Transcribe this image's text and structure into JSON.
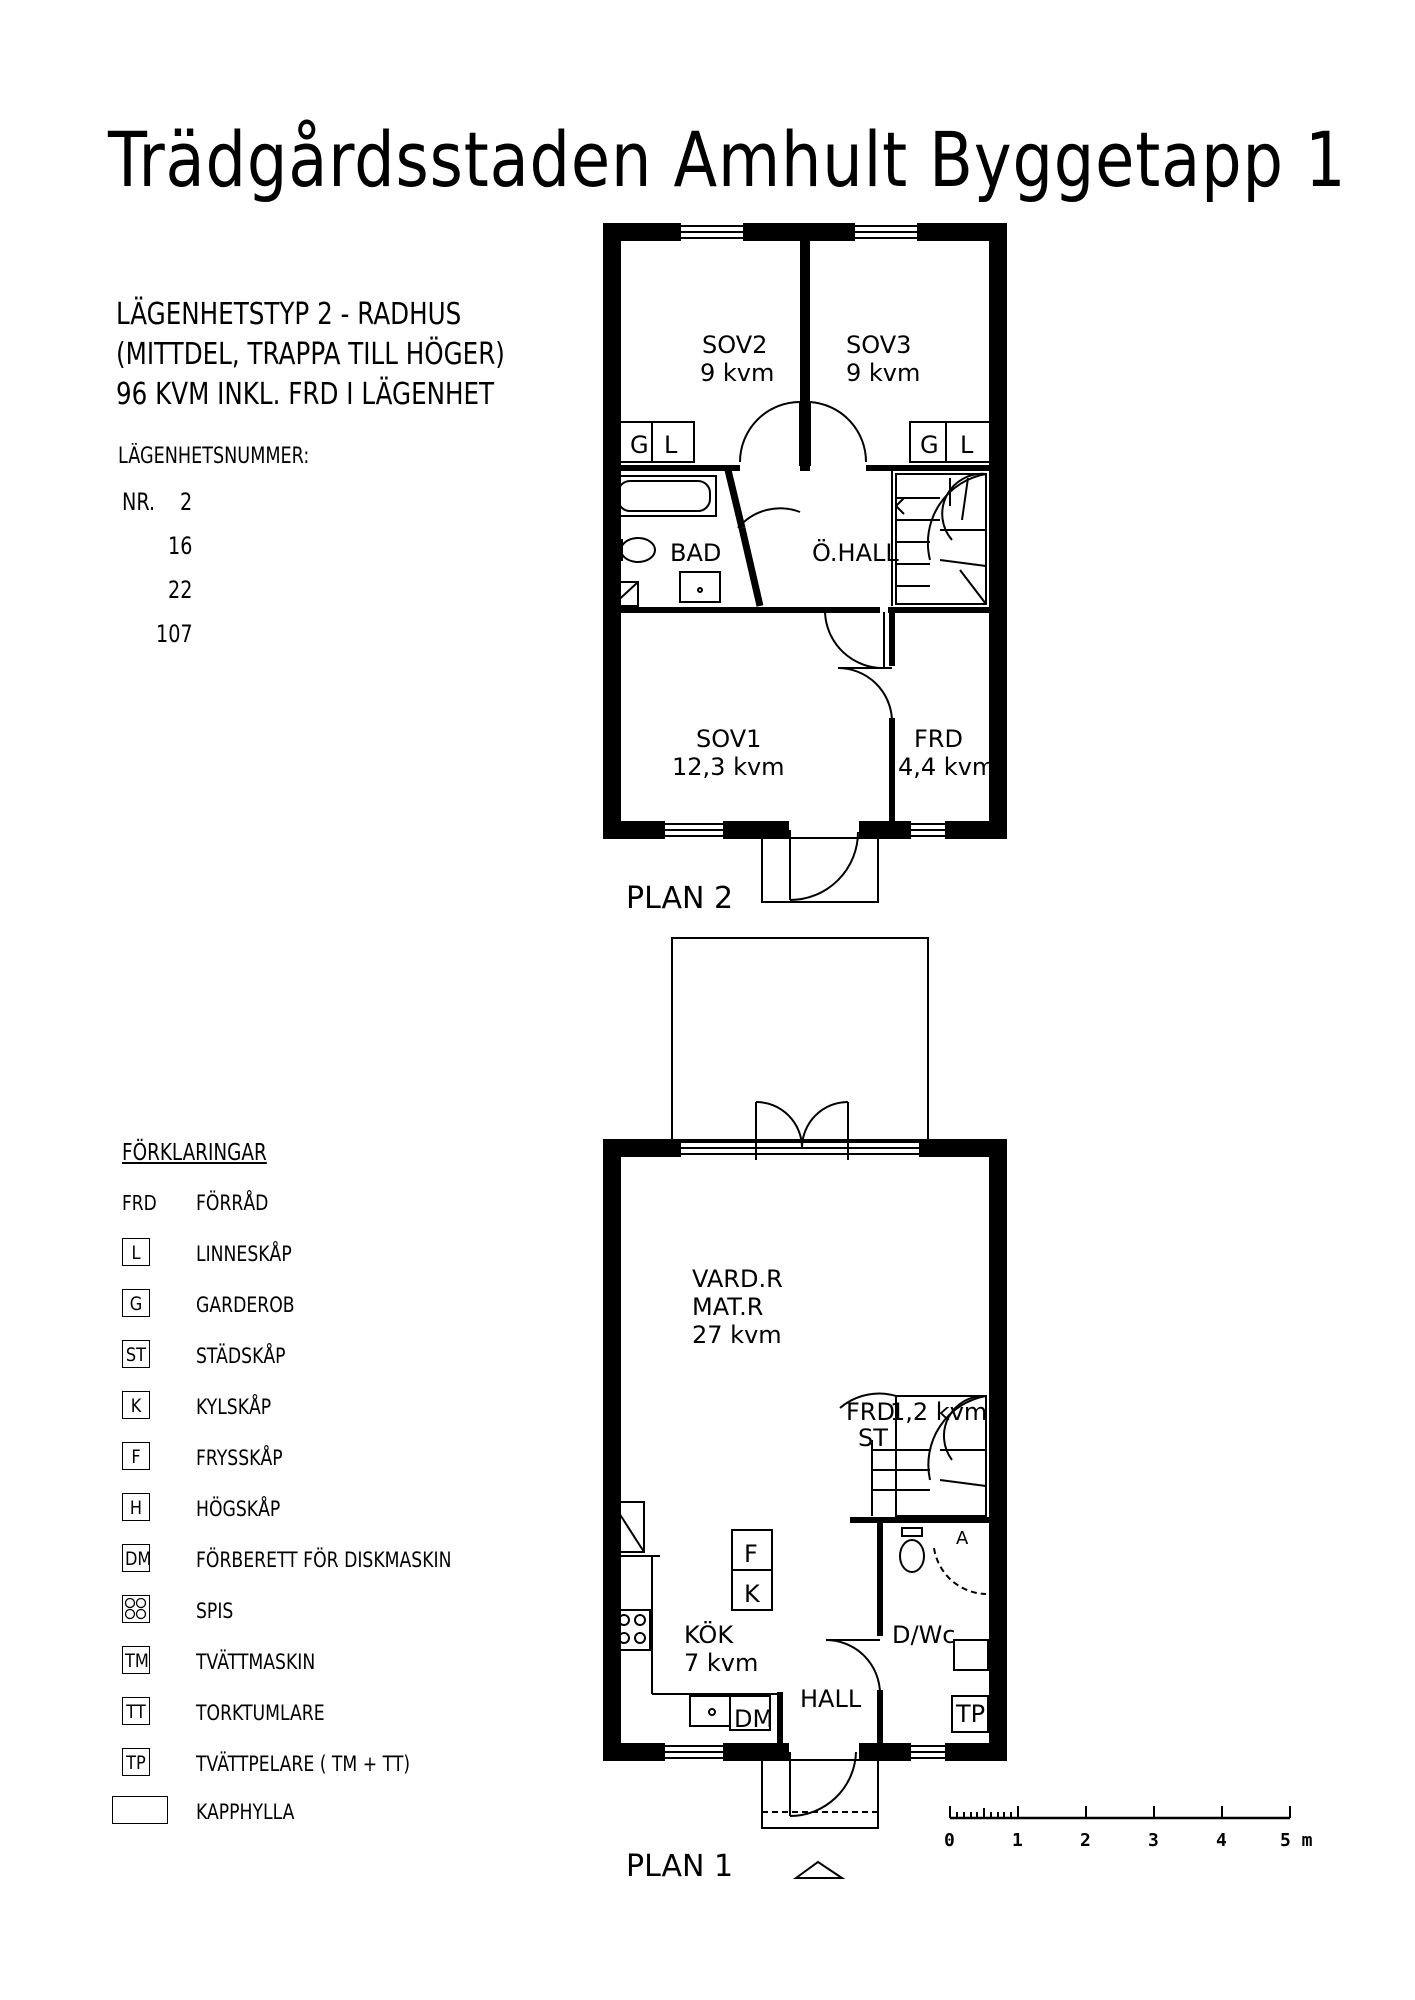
{
  "title": "Trädgårdsstaden Amhult Byggetapp 1",
  "info": {
    "line1": "LÄGENHETSTYP 2  - RADHUS",
    "line2": "(MITTDEL, TRAPPA TILL HÖGER)",
    "line3": "96 KVM INKL. FRD I LÄGENHET",
    "numbers_heading": "LÄGENHETSNUMMER:",
    "nr_label": "NR.",
    "numbers": [
      "2",
      "16",
      "22",
      "107"
    ]
  },
  "plan2": {
    "label": "PLAN 2",
    "rooms": {
      "sov2_name": "SOV2",
      "sov2_area": "9 kvm",
      "sov3_name": "SOV3",
      "sov3_area": "9 kvm",
      "bad": "BAD",
      "ohall": "Ö.HALL",
      "sov1_name": "SOV1",
      "sov1_area": "12,3 kvm",
      "frd_name": "FRD",
      "frd_area": "4,4 kvm"
    },
    "closets": [
      "G",
      "L",
      "G",
      "L"
    ]
  },
  "plan1": {
    "label": "PLAN 1",
    "rooms": {
      "vard_name": "VARD.R",
      "mat_name": "MAT.R",
      "vard_area": "27 kvm",
      "frd": "FRD",
      "frd_area": "1,2 kvm",
      "st": "ST",
      "kok_name": "KÖK",
      "kok_area": "7 kvm",
      "hall": "HALL",
      "dwc": "D/Wc",
      "f": "F",
      "k": "K",
      "dm": "DM",
      "tp": "TP",
      "a": "A"
    }
  },
  "legend": {
    "heading": "FÖRKLARINGAR",
    "items": [
      {
        "abbr": "FRD",
        "desc": "FÖRRÅD"
      },
      {
        "abbr": "L",
        "desc": "LINNESKÅP"
      },
      {
        "abbr": "G",
        "desc": "GARDEROB"
      },
      {
        "abbr": "ST",
        "desc": "STÄDSKÅP"
      },
      {
        "abbr": "K",
        "desc": "KYLSKÅP"
      },
      {
        "abbr": "F",
        "desc": "FRYSSKÅP"
      },
      {
        "abbr": "H",
        "desc": "HÖGSKÅP"
      },
      {
        "abbr": "DM",
        "desc": "FÖRBERETT FÖR DISKMASKIN"
      },
      {
        "abbr": "spis-symbol",
        "desc": "SPIS"
      },
      {
        "abbr": "TM",
        "desc": "TVÄTTMASKIN"
      },
      {
        "abbr": "TT",
        "desc": "TORKTUMLARE"
      },
      {
        "abbr": "TP",
        "desc": "TVÄTTPELARE  ( TM + TT)"
      },
      {
        "abbr": "kapphylla-symbol",
        "desc": "KAPPHYLLA"
      }
    ]
  },
  "scale": {
    "ticks": [
      "0",
      "1",
      "2",
      "3",
      "4",
      "5 m"
    ]
  }
}
